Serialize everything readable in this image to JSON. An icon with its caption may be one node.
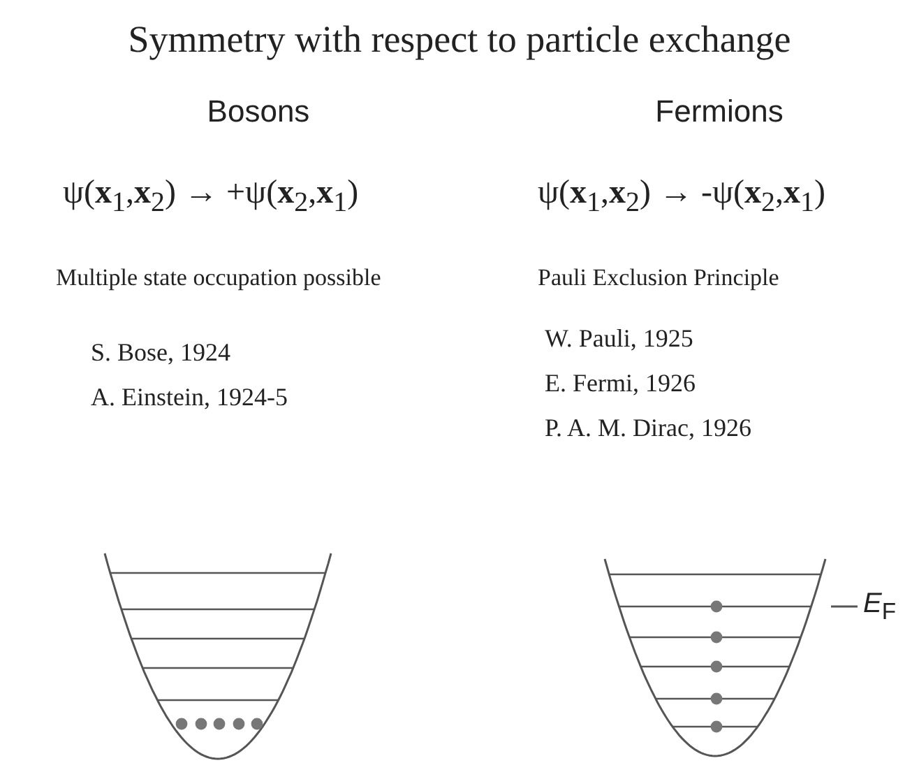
{
  "diagram": {
    "title": "Symmetry with respect to particle exchange",
    "labels": [
      "Bosons",
      "Fermions",
      "ψ(**x**$_{1}$,**x**$_{2}$) → +ψ(**x**$_{2}$,**x**$_{1}$)",
      "ψ(**x**$_{1}$,**x**$_{2}$) → -ψ(**x**$_{2}$,**x**$_{1}$)",
      "Multiple state occupation possible",
      "Pauli Exclusion Principle",
      "S. Bose, 1924",
      "W. Pauli, 1925",
      "A. Einstein, 1924-5",
      "E. Fermi, 1926",
      "P. A. M. Dirac, 1926",
      "*E*$_{F}$"
    ]
  }
}
